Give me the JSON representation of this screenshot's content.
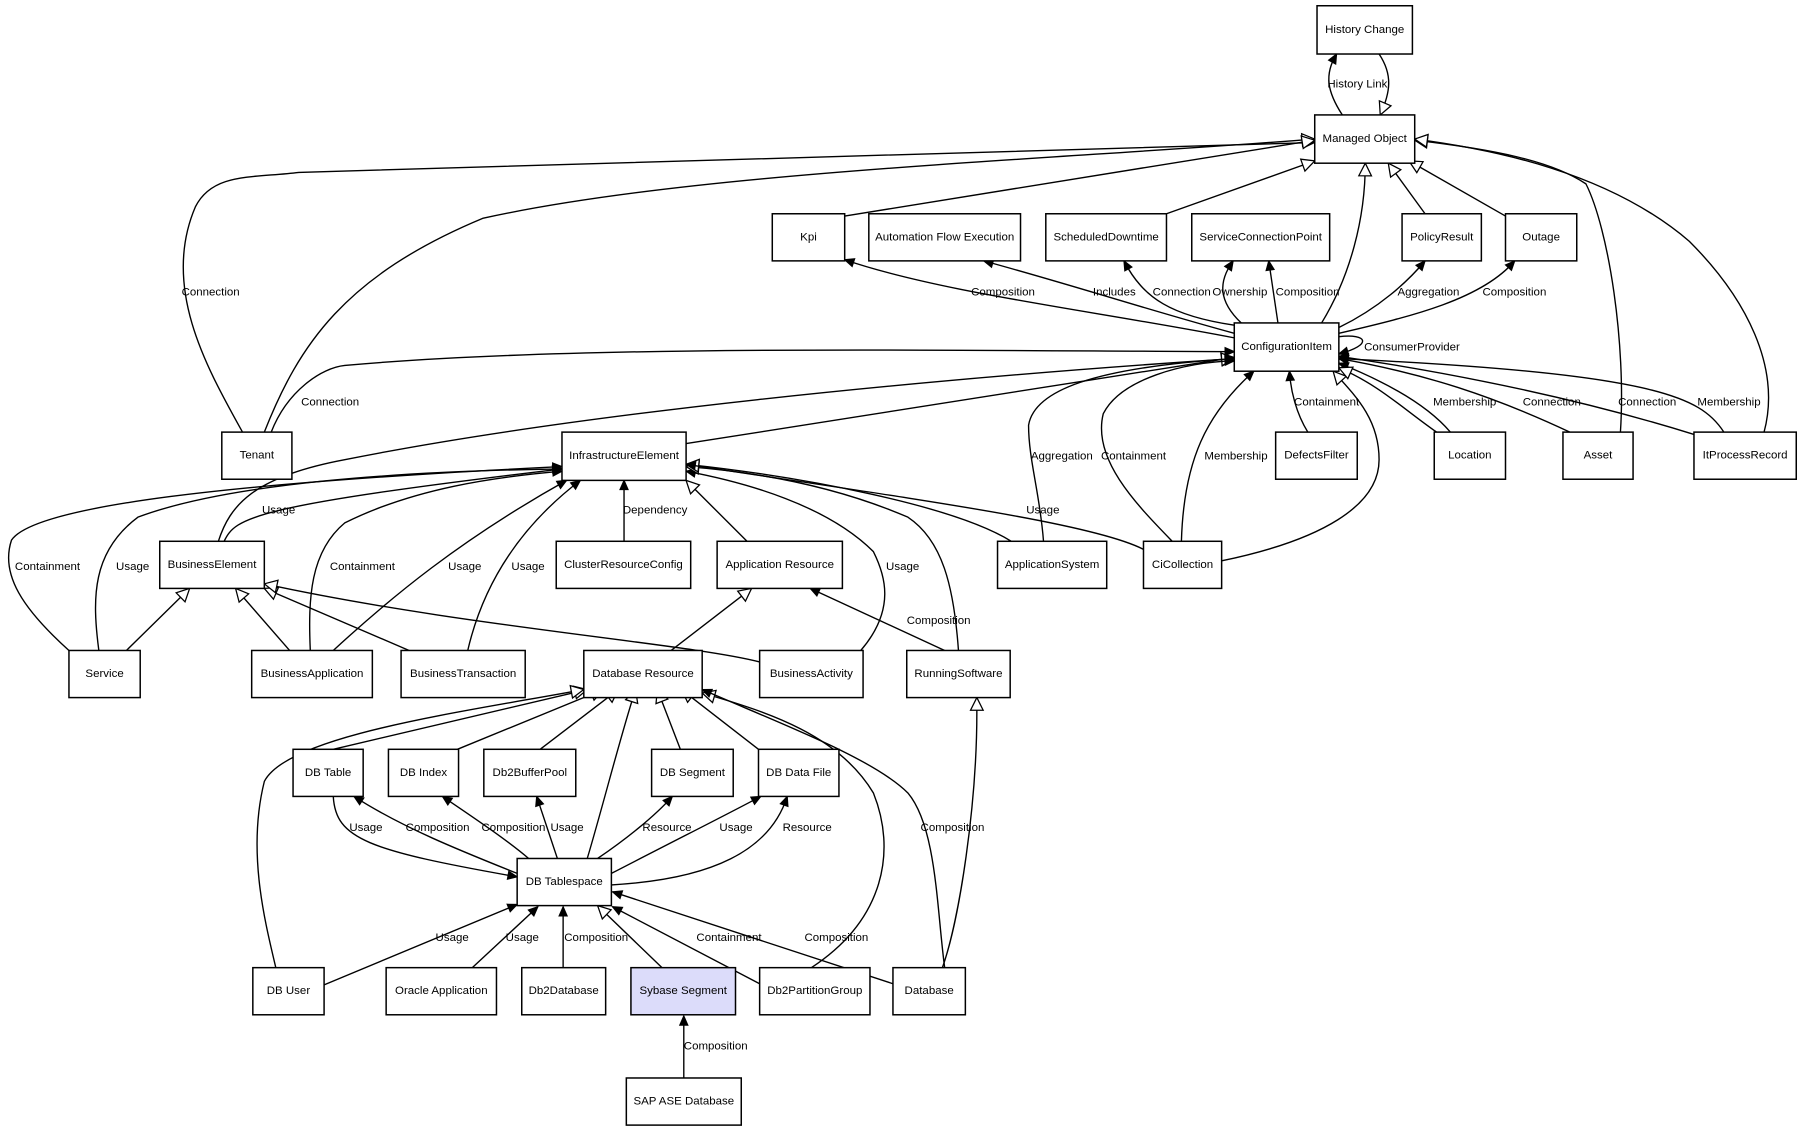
{
  "diagram": {
    "title": "",
    "highlight_color": "#dcdcfa",
    "nodes": [
      {
        "id": "history_change",
        "label": "History Change"
      },
      {
        "id": "managed_object",
        "label": "Managed Object"
      },
      {
        "id": "kpi",
        "label": "Kpi"
      },
      {
        "id": "automation_flow_execution",
        "label": "Automation Flow Execution"
      },
      {
        "id": "scheduled_downtime",
        "label": "ScheduledDowntime"
      },
      {
        "id": "service_connection_point",
        "label": "ServiceConnectionPoint"
      },
      {
        "id": "policy_result",
        "label": "PolicyResult"
      },
      {
        "id": "outage",
        "label": "Outage"
      },
      {
        "id": "configuration_item",
        "label": "ConfigurationItem"
      },
      {
        "id": "tenant",
        "label": "Tenant"
      },
      {
        "id": "infrastructure_element",
        "label": "InfrastructureElement"
      },
      {
        "id": "defects_filter",
        "label": "DefectsFilter"
      },
      {
        "id": "location",
        "label": "Location"
      },
      {
        "id": "asset",
        "label": "Asset"
      },
      {
        "id": "it_process_record",
        "label": "ItProcessRecord"
      },
      {
        "id": "business_element",
        "label": "BusinessElement"
      },
      {
        "id": "cluster_resource_config",
        "label": "ClusterResourceConfig"
      },
      {
        "id": "application_resource",
        "label": "Application Resource"
      },
      {
        "id": "application_system",
        "label": "ApplicationSystem"
      },
      {
        "id": "ci_collection",
        "label": "CiCollection"
      },
      {
        "id": "service",
        "label": "Service"
      },
      {
        "id": "business_application",
        "label": "BusinessApplication"
      },
      {
        "id": "business_transaction",
        "label": "BusinessTransaction"
      },
      {
        "id": "database_resource",
        "label": "Database Resource"
      },
      {
        "id": "business_activity",
        "label": "BusinessActivity"
      },
      {
        "id": "running_software",
        "label": "RunningSoftware"
      },
      {
        "id": "db_table",
        "label": "DB Table"
      },
      {
        "id": "db_index",
        "label": "DB Index"
      },
      {
        "id": "db2_buffer_pool",
        "label": "Db2BufferPool"
      },
      {
        "id": "db_segment",
        "label": "DB Segment"
      },
      {
        "id": "db_data_file",
        "label": "DB Data File"
      },
      {
        "id": "db_tablespace",
        "label": "DB Tablespace"
      },
      {
        "id": "db_user",
        "label": "DB User"
      },
      {
        "id": "oracle_application",
        "label": "Oracle Application"
      },
      {
        "id": "db2_database",
        "label": "Db2Database"
      },
      {
        "id": "sybase_segment",
        "label": "Sybase Segment",
        "highlighted": true
      },
      {
        "id": "db2_partition_group",
        "label": "Db2PartitionGroup"
      },
      {
        "id": "database",
        "label": "Database"
      },
      {
        "id": "sap_ase_database",
        "label": "SAP ASE Database"
      }
    ],
    "edges": [
      {
        "from": "managed_object",
        "to": "history_change",
        "label": "History Link",
        "type": "relation"
      },
      {
        "from": "history_change",
        "to": "managed_object",
        "label": "",
        "type": "inheritance"
      },
      {
        "from": "tenant",
        "to": "managed_object",
        "label": "Connection",
        "type": "relation"
      },
      {
        "from": "tenant",
        "to": "managed_object",
        "label": "",
        "type": "inheritance"
      },
      {
        "from": "kpi",
        "to": "managed_object",
        "label": "",
        "type": "inheritance"
      },
      {
        "from": "scheduled_downtime",
        "to": "managed_object",
        "label": "",
        "type": "inheritance"
      },
      {
        "from": "configuration_item",
        "to": "managed_object",
        "label": "",
        "type": "inheritance"
      },
      {
        "from": "policy_result",
        "to": "managed_object",
        "label": "",
        "type": "inheritance"
      },
      {
        "from": "outage",
        "to": "managed_object",
        "label": "",
        "type": "inheritance"
      },
      {
        "from": "asset",
        "to": "managed_object",
        "label": "",
        "type": "inheritance"
      },
      {
        "from": "it_process_record",
        "to": "managed_object",
        "label": "",
        "type": "inheritance"
      },
      {
        "from": "configuration_item",
        "to": "kpi",
        "label": "Composition",
        "type": "relation"
      },
      {
        "from": "configuration_item",
        "to": "automation_flow_execution",
        "label": "Includes",
        "type": "relation"
      },
      {
        "from": "configuration_item",
        "to": "scheduled_downtime",
        "label": "Connection",
        "type": "relation"
      },
      {
        "from": "configuration_item",
        "to": "service_connection_point",
        "label": "Ownership",
        "type": "relation"
      },
      {
        "from": "configuration_item",
        "to": "service_connection_point",
        "label": "Composition",
        "type": "relation"
      },
      {
        "from": "configuration_item",
        "to": "policy_result",
        "label": "Aggregation",
        "type": "relation"
      },
      {
        "from": "configuration_item",
        "to": "outage",
        "label": "Composition",
        "type": "relation"
      },
      {
        "from": "configuration_item",
        "to": "configuration_item",
        "label": "ConsumerProvider",
        "type": "relation"
      },
      {
        "from": "tenant",
        "to": "configuration_item",
        "label": "Connection",
        "type": "relation"
      },
      {
        "from": "infrastructure_element",
        "to": "configuration_item",
        "label": "",
        "type": "inheritance"
      },
      {
        "from": "business_element",
        "to": "configuration_item",
        "label": "",
        "type": "inheritance"
      },
      {
        "from": "application_system",
        "to": "configuration_item",
        "label": "Aggregation",
        "type": "relation"
      },
      {
        "from": "ci_collection",
        "to": "configuration_item",
        "label": "Containment",
        "type": "relation"
      },
      {
        "from": "ci_collection",
        "to": "configuration_item",
        "label": "Membership",
        "type": "relation"
      },
      {
        "from": "ci_collection",
        "to": "configuration_item",
        "label": "",
        "type": "inheritance"
      },
      {
        "from": "defects_filter",
        "to": "configuration_item",
        "label": "Containment",
        "type": "relation"
      },
      {
        "from": "location",
        "to": "configuration_item",
        "label": "Membership",
        "type": "relation"
      },
      {
        "from": "location",
        "to": "configuration_item",
        "label": "",
        "type": "inheritance"
      },
      {
        "from": "asset",
        "to": "configuration_item",
        "label": "Connection",
        "type": "relation"
      },
      {
        "from": "it_process_record",
        "to": "configuration_item",
        "label": "Connection",
        "type": "relation"
      },
      {
        "from": "it_process_record",
        "to": "configuration_item",
        "label": "Membership",
        "type": "relation"
      },
      {
        "from": "service",
        "to": "infrastructure_element",
        "label": "Containment",
        "type": "relation"
      },
      {
        "from": "service",
        "to": "infrastructure_element",
        "label": "Usage",
        "type": "relation"
      },
      {
        "from": "business_element",
        "to": "infrastructure_element",
        "label": "Usage",
        "type": "relation"
      },
      {
        "from": "business_application",
        "to": "infrastructure_element",
        "label": "Containment",
        "type": "relation"
      },
      {
        "from": "business_application",
        "to": "infrastructure_element",
        "label": "Usage",
        "type": "relation"
      },
      {
        "from": "business_transaction",
        "to": "infrastructure_element",
        "label": "Usage",
        "type": "relation"
      },
      {
        "from": "cluster_resource_config",
        "to": "infrastructure_element",
        "label": "Dependency",
        "type": "relation"
      },
      {
        "from": "application_resource",
        "to": "infrastructure_element",
        "label": "",
        "type": "inheritance"
      },
      {
        "from": "business_activity",
        "to": "infrastructure_element",
        "label": "Usage",
        "type": "relation"
      },
      {
        "from": "running_software",
        "to": "infrastructure_element",
        "label": "",
        "type": "inheritance"
      },
      {
        "from": "application_system",
        "to": "infrastructure_element",
        "label": "",
        "type": "inheritance"
      },
      {
        "from": "ci_collection",
        "to": "infrastructure_element",
        "label": "Usage",
        "type": "relation"
      },
      {
        "from": "service",
        "to": "business_element",
        "label": "",
        "type": "inheritance"
      },
      {
        "from": "business_application",
        "to": "business_element",
        "label": "",
        "type": "inheritance"
      },
      {
        "from": "business_transaction",
        "to": "business_element",
        "label": "",
        "type": "inheritance"
      },
      {
        "from": "business_activity",
        "to": "business_element",
        "label": "",
        "type": "inheritance"
      },
      {
        "from": "database_resource",
        "to": "application_resource",
        "label": "",
        "type": "inheritance"
      },
      {
        "from": "running_software",
        "to": "application_resource",
        "label": "Composition",
        "type": "relation"
      },
      {
        "from": "db_table",
        "to": "database_resource",
        "label": "",
        "type": "inheritance"
      },
      {
        "from": "db_index",
        "to": "database_resource",
        "label": "",
        "type": "inheritance"
      },
      {
        "from": "db2_buffer_pool",
        "to": "database_resource",
        "label": "",
        "type": "inheritance"
      },
      {
        "from": "db_tablespace",
        "to": "database_resource",
        "label": "",
        "type": "inheritance"
      },
      {
        "from": "db_segment",
        "to": "database_resource",
        "label": "",
        "type": "inheritance"
      },
      {
        "from": "db_data_file",
        "to": "database_resource",
        "label": "",
        "type": "inheritance"
      },
      {
        "from": "db_user",
        "to": "database_resource",
        "label": "",
        "type": "inheritance"
      },
      {
        "from": "db2_partition_group",
        "to": "database_resource",
        "label": "",
        "type": "inheritance"
      },
      {
        "from": "database",
        "to": "database_resource",
        "label": "Composition",
        "type": "relation"
      },
      {
        "from": "database",
        "to": "running_software",
        "label": "",
        "type": "inheritance"
      },
      {
        "from": "db_table",
        "to": "db_tablespace",
        "label": "Usage",
        "type": "relation"
      },
      {
        "from": "db_tablespace",
        "to": "db_table",
        "label": "Composition",
        "type": "relation"
      },
      {
        "from": "db_tablespace",
        "to": "db_index",
        "label": "Composition",
        "type": "relation"
      },
      {
        "from": "db_tablespace",
        "to": "db2_buffer_pool",
        "label": "Usage",
        "type": "relation"
      },
      {
        "from": "db_tablespace",
        "to": "db_segment",
        "label": "Resource",
        "type": "relation"
      },
      {
        "from": "db_tablespace",
        "to": "db_data_file",
        "label": "Usage",
        "type": "relation"
      },
      {
        "from": "db_tablespace",
        "to": "db_data_file",
        "label": "Resource",
        "type": "relation"
      },
      {
        "from": "db_user",
        "to": "db_tablespace",
        "label": "Usage",
        "type": "relation"
      },
      {
        "from": "oracle_application",
        "to": "db_tablespace",
        "label": "Usage",
        "type": "relation"
      },
      {
        "from": "db2_database",
        "to": "db_tablespace",
        "label": "Composition",
        "type": "relation"
      },
      {
        "from": "sybase_segment",
        "to": "db_tablespace",
        "label": "",
        "type": "inheritance"
      },
      {
        "from": "db2_partition_group",
        "to": "db_tablespace",
        "label": "Containment",
        "type": "relation"
      },
      {
        "from": "database",
        "to": "db_tablespace",
        "label": "Composition",
        "type": "relation"
      },
      {
        "from": "sap_ase_database",
        "to": "sybase_segment",
        "label": "Composition",
        "type": "relation"
      }
    ]
  }
}
